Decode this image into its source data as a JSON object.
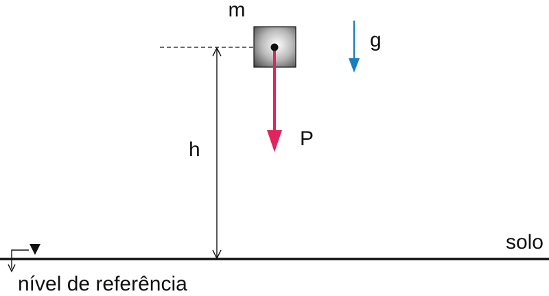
{
  "labels": {
    "mass": "m",
    "gravity": "g",
    "weight": "P",
    "height": "h",
    "ground": "solo",
    "reference_level": "nível de referência"
  },
  "colors": {
    "weight_arrow": "#e0245e",
    "gravity_arrow": "#1a7fc1",
    "lines": "#111111"
  }
}
